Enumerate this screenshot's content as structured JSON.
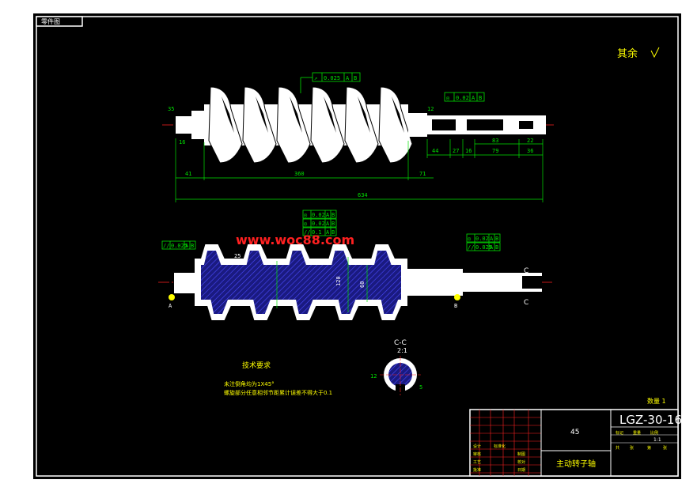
{
  "colors": {
    "background": "#000000",
    "frame": "#ffffff",
    "dimension": "#00e000",
    "centerline": "#ff2020",
    "text": "#ffff00",
    "tolerance": "#00e000",
    "hatch": "#3030c0",
    "watermark": "#ff2020"
  },
  "corner_tag": "零件图",
  "roughness_note": "其余",
  "watermark": "www.woc88.com",
  "top_view": {
    "tolerances": [
      {
        "symbol": "↗",
        "value": "0.025",
        "datum": "A",
        "datum2": "B"
      },
      {
        "symbol": "◎",
        "value": "0.02",
        "datum": "A",
        "datum2": "B"
      }
    ],
    "dims": {
      "d41": "41",
      "d360": "360",
      "d71": "71",
      "d634": "634",
      "d44": "44",
      "d27": "27",
      "d16": "16",
      "d79": "79",
      "d36": "36",
      "d83": "83",
      "d22": "22",
      "d16b": "16",
      "d35": "35",
      "d12": "12"
    }
  },
  "bottom_view": {
    "tolerances": [
      {
        "symbol": "//",
        "value": "0.025",
        "datum": "A",
        "datum2": "B"
      },
      {
        "symbol": "◎",
        "value": "0.02",
        "datum": "A",
        "datum2": "B"
      },
      {
        "symbol": "◎",
        "value": "0.02",
        "datum": "A",
        "datum2": "B"
      },
      {
        "symbol": "//",
        "value": "0.1",
        "datum": "A",
        "datum2": "B"
      },
      {
        "symbol": "◎",
        "value": "0.02",
        "datum": "A",
        "datum2": "B"
      },
      {
        "symbol": "//",
        "value": "0.025",
        "datum": "A",
        "datum2": "B"
      }
    ],
    "dims": {
      "d120": "120",
      "d60": "60",
      "d25": "25"
    },
    "datum_a": "A",
    "datum_b": "B",
    "section_marks": [
      "C",
      "C"
    ]
  },
  "section": {
    "title": "C-C",
    "scale": "2:1",
    "dim_left": "12",
    "dim_right": "5"
  },
  "tech_requirements": {
    "heading": "技术要求",
    "lines": [
      "未注倒角均为1X45°",
      "螺旋部分任意相邻节距累计误差不得大于0.1"
    ]
  },
  "title_block": {
    "quantity": "数量 1",
    "material": "45",
    "drawing_no": "LGZ-30-16",
    "part_name": "主动转子轴",
    "scale_value": "1:1",
    "header_cells": [
      "标记",
      "重量",
      "比例"
    ],
    "sheet_cells": [
      "共",
      "张",
      "第",
      "张"
    ],
    "left_cells": [
      "设计",
      "标准化",
      "审核",
      "工艺",
      "批准"
    ],
    "left_cells2": [
      "制图",
      "校对",
      "日期"
    ]
  }
}
